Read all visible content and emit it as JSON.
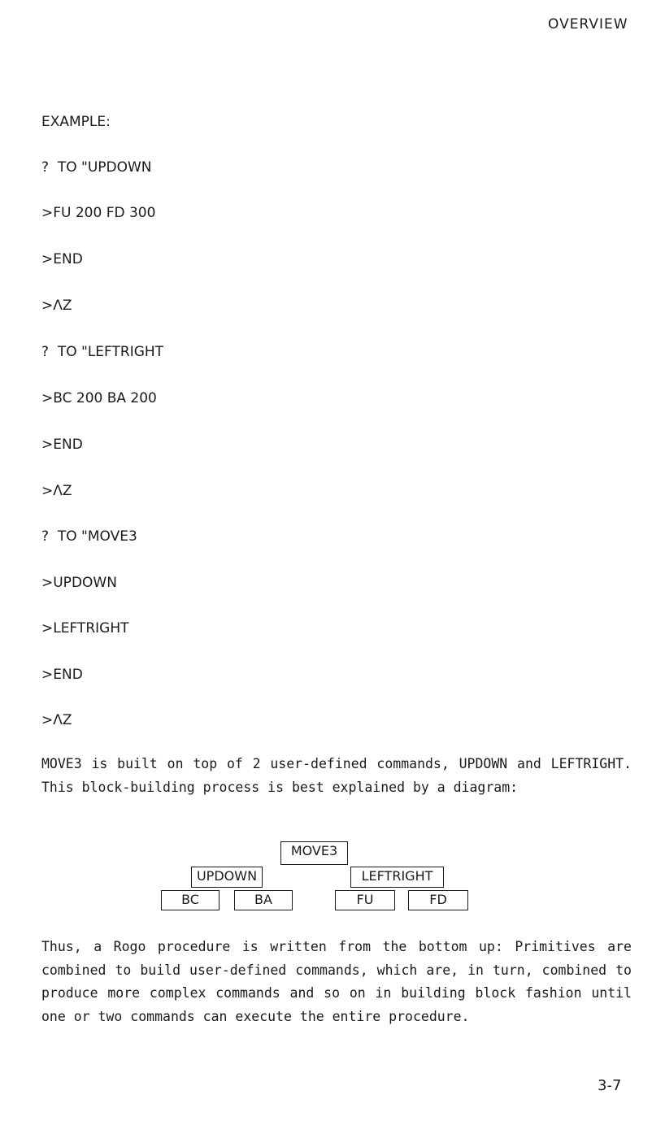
{
  "header": {
    "title": "OVERVIEW"
  },
  "example": {
    "label": "EXAMPLE:",
    "lines": [
      "?  TO \"UPDOWN",
      ">FU 200 FD 300",
      ">END",
      ">ΛZ",
      "?  TO \"LEFTRIGHT",
      ">BC 200 BA 200",
      ">END",
      ">ΛZ",
      "?  TO \"MOVE3",
      ">UPDOWN",
      ">LEFTRIGHT",
      ">END",
      ">ΛZ"
    ]
  },
  "intro": "MOVE3  is built on top of 2 user-defined  commands,  UPDOWN  and LEFTRIGHT.  This  block-building process is best explained by  a diagram:",
  "diagram": {
    "root": "MOVE3",
    "left": "UPDOWN",
    "right": "LEFTRIGHT",
    "left_children": [
      "BC",
      "BA"
    ],
    "right_children": [
      "FU",
      "FD"
    ]
  },
  "conclusion": "Thus,  a  Rogo  procedure  is  written  from  the  bottom  up: Primitives  are combined to build user-defined  commands,  which are,  in turn,  combined to produce more complex commands and so on  in  building  block fashion until one or  two  commands  can execute the entire procedure.",
  "page_number": "3-7"
}
